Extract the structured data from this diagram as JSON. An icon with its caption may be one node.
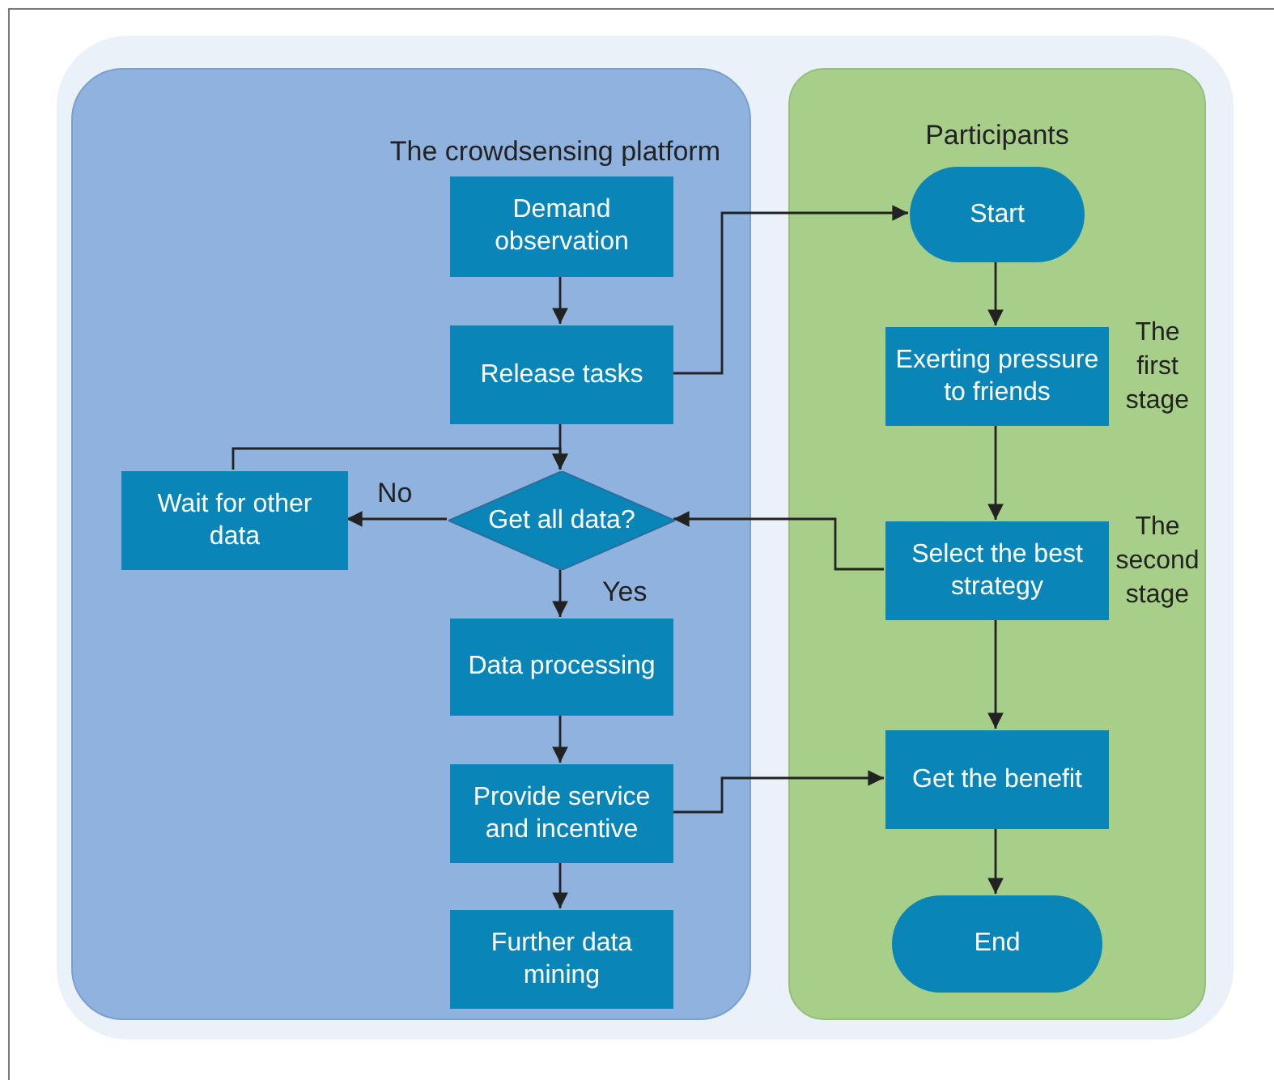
{
  "diagram": {
    "nodes": [
      {
        "text": [],
        "shape": "box"
      },
      {
        "text": [
          "The crowdsensing platform"
        ],
        "in": 0
      },
      {
        "text": [
          "Participants"
        ],
        "in": 0
      },
      {
        "text": [
          "Demand observation"
        ],
        "in": 1
      },
      {
        "text": [
          "Release tasks"
        ],
        "in": 1
      },
      {
        "text": [
          "Wait for other data"
        ],
        "in": 1
      },
      {
        "text": [
          "Get all data?"
        ],
        "in": 1
      },
      {
        "text": [
          "Data processing"
        ],
        "in": 1
      },
      {
        "text": [
          "Provide service and incentive"
        ],
        "in": 1
      },
      {
        "text": [
          "Further data mining"
        ],
        "in": 1
      },
      {
        "text": [
          "Start"
        ],
        "in": 2
      },
      {
        "text": [
          "Exerting pressure to friends"
        ],
        "in": 2,
        "beside": [
          "The first stage"
        ]
      },
      {
        "text": [
          "Select the best strategy"
        ],
        "in": 2,
        "beside": [
          "The second stage"
        ]
      },
      {
        "text": [
          "Get the benefit"
        ],
        "in": 2
      },
      {
        "text": [
          "End"
        ],
        "in": 2
      }
    ],
    "edges": [
      {
        "from": 3,
        "to": 4,
        "arrow": "to"
      },
      {
        "from": 4,
        "to": 10,
        "arrow": "to"
      },
      {
        "from": 4,
        "to": 6,
        "arrow": "to"
      },
      {
        "from": 6,
        "to": 5,
        "arrow": "to",
        "label": "No"
      },
      {
        "from": 5,
        "to": 6,
        "arrow": "to"
      },
      {
        "from": 6,
        "to": 7,
        "arrow": "to",
        "label": "Yes"
      },
      {
        "from": 7,
        "to": 8,
        "arrow": "to"
      },
      {
        "from": 8,
        "to": 9,
        "arrow": "to"
      },
      {
        "from": 8,
        "to": 13,
        "arrow": "to"
      },
      {
        "from": 10,
        "to": 11,
        "arrow": "to"
      },
      {
        "from": 11,
        "to": 12,
        "arrow": "to"
      },
      {
        "from": 12,
        "to": 6,
        "arrow": "to"
      },
      {
        "from": 12,
        "to": 13,
        "arrow": "to"
      },
      {
        "from": 13,
        "to": 14,
        "arrow": "to"
      }
    ]
  }
}
